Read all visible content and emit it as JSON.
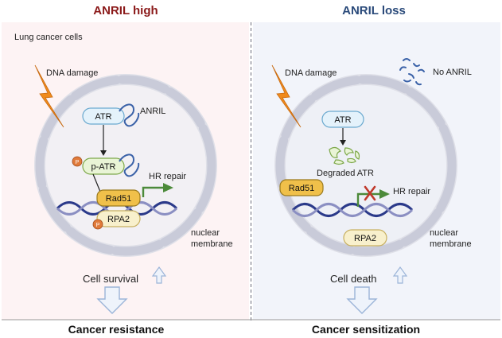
{
  "left": {
    "title": "ANRIL high",
    "context_label": "Lung cancer cells",
    "dna_damage": "DNA damage",
    "atr": "ATR",
    "anril": "ANRIL",
    "p_badge": "P",
    "p_atr": "p-ATR",
    "hr_repair": "HR repair",
    "rad51": "Rad51",
    "rpa2": "RPA2",
    "nuclear_membrane_line1": "nuclear",
    "nuclear_membrane_line2": "membrane",
    "outcome": "Cell survival",
    "result": "Cancer resistance"
  },
  "right": {
    "title": "ANRIL loss",
    "dna_damage": "DNA damage",
    "no_anril": "No ANRIL",
    "atr": "ATR",
    "degraded_atr": "Degraded ATR",
    "rad51": "Rad51",
    "hr_repair": "HR repair",
    "rpa2": "RPA2",
    "nuclear_membrane_line1": "nuclear",
    "nuclear_membrane_line2": "membrane",
    "outcome": "Cell death",
    "result": "Cancer sensitization"
  },
  "colors": {
    "left_title": "#8b1a1a",
    "right_title": "#2a4a7a",
    "left_bg": "#fdf3f4",
    "right_bg": "#f2f4fa",
    "membrane": "#c9cbd9",
    "nucleus_fill": "#dfe0e8",
    "atr_fill": "#e4f2fb",
    "atr_stroke": "#6aa9cf",
    "patr_fill": "#e9f4d6",
    "patr_stroke": "#7da84a",
    "rad51_fill": "#f0c04a",
    "rad51_stroke": "#9a7a1e",
    "rpa2_fill": "#f8f0cc",
    "rpa2_stroke": "#c8b060",
    "lightning": "#f08a1c",
    "rna": "#3b62a8",
    "dna_dark": "#2b3a8a",
    "dna_light": "#8b8fc2",
    "green_arrow": "#4c8a3a",
    "red_x": "#c0392b",
    "arrow_outline": "#9bb4d8",
    "phospho": "#e07a3a"
  },
  "icons": {
    "lightning": "lightning-bolt-icon",
    "up_arrow": "up-arrow-icon",
    "down_arrow": "down-arrow-icon",
    "phospho": "phosphate-badge-icon",
    "rna": "anril-rna-icon",
    "dna": "dna-helix-icon"
  }
}
